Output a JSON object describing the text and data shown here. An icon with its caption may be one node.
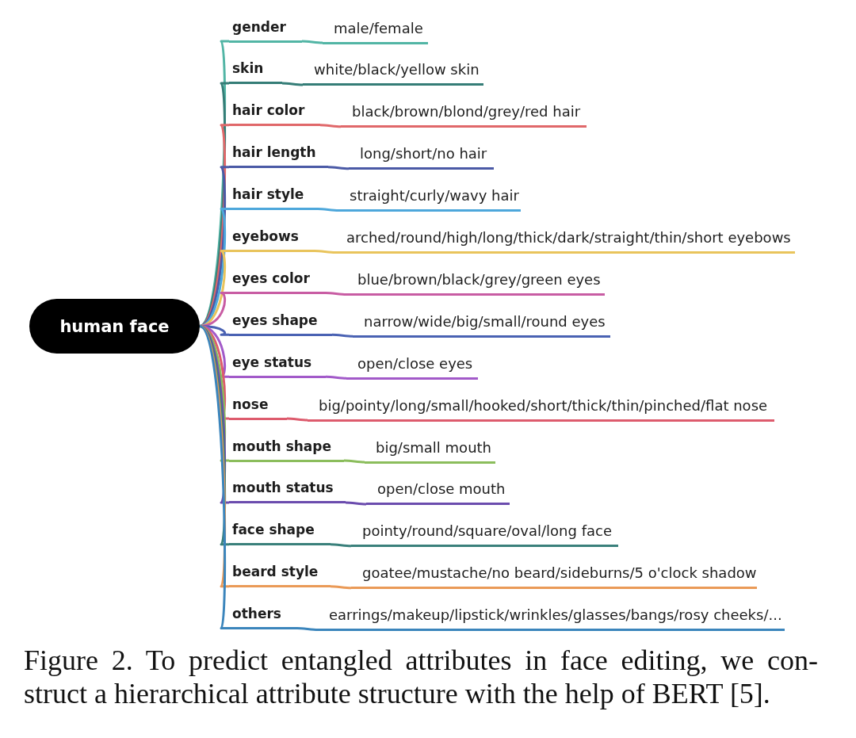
{
  "diagram": {
    "caption": "Figure 2. To predict entangled attributes in face editing, we con- struct a hierarchical attribute structure with the help of BERT [5].",
    "nodes": [
      {
        "text": [
          "human face"
        ]
      },
      {
        "text": [
          "gender"
        ]
      },
      {
        "text": [
          "male/female"
        ]
      },
      {
        "text": [
          "skin"
        ]
      },
      {
        "text": [
          "white/black/yellow skin"
        ]
      },
      {
        "text": [
          "hair color"
        ]
      },
      {
        "text": [
          "black/brown/blond/grey/red hair"
        ]
      },
      {
        "text": [
          "hair length"
        ]
      },
      {
        "text": [
          "long/short/no hair"
        ]
      },
      {
        "text": [
          "hair style"
        ]
      },
      {
        "text": [
          "straight/curly/wavy hair"
        ]
      },
      {
        "text": [
          "eyebows"
        ]
      },
      {
        "text": [
          "arched/round/high/long/thick/dark/straight/thin/short eyebows"
        ]
      },
      {
        "text": [
          "eyes color"
        ]
      },
      {
        "text": [
          "blue/brown/black/grey/green eyes"
        ]
      },
      {
        "text": [
          "eyes shape"
        ]
      },
      {
        "text": [
          "narrow/wide/big/small/round eyes"
        ]
      },
      {
        "text": [
          "eye status"
        ]
      },
      {
        "text": [
          "open/close eyes"
        ]
      },
      {
        "text": [
          "nose"
        ]
      },
      {
        "text": [
          "big/pointy/long/small/hooked/short/thick/thin/pinched/flat nose"
        ]
      },
      {
        "text": [
          "mouth shape"
        ]
      },
      {
        "text": [
          "big/small mouth"
        ]
      },
      {
        "text": [
          "mouth status"
        ]
      },
      {
        "text": [
          "open/close mouth"
        ]
      },
      {
        "text": [
          "face shape"
        ]
      },
      {
        "text": [
          "pointy/round/square/oval/long face"
        ]
      },
      {
        "text": [
          "beard style"
        ]
      },
      {
        "text": [
          "goatee/mustache/no beard/sideburns/5 o'clock shadow"
        ]
      },
      {
        "text": [
          "others"
        ]
      },
      {
        "text": [
          "earrings/makeup/lipstick/wrinkles/glasses/bangs/rosy cheeks/..."
        ]
      }
    ],
    "edges": [
      {
        "from": 0,
        "to": 1,
        "arrow": "none",
        "color": "#52b5a5"
      },
      {
        "from": 1,
        "to": 2,
        "arrow": "none",
        "color": "#52b5a5"
      },
      {
        "from": 0,
        "to": 3,
        "arrow": "none",
        "color": "#357d77"
      },
      {
        "from": 3,
        "to": 4,
        "arrow": "none",
        "color": "#357d77"
      },
      {
        "from": 0,
        "to": 5,
        "arrow": "none",
        "color": "#e0686a"
      },
      {
        "from": 5,
        "to": 6,
        "arrow": "none",
        "color": "#e0686a"
      },
      {
        "from": 0,
        "to": 7,
        "arrow": "none",
        "color": "#4b5aa6"
      },
      {
        "from": 7,
        "to": 8,
        "arrow": "none",
        "color": "#4b5aa6"
      },
      {
        "from": 0,
        "to": 9,
        "arrow": "none",
        "color": "#4da7db"
      },
      {
        "from": 9,
        "to": 10,
        "arrow": "none",
        "color": "#4da7db"
      },
      {
        "from": 0,
        "to": 11,
        "arrow": "none",
        "color": "#e9c45c"
      },
      {
        "from": 11,
        "to": 12,
        "arrow": "none",
        "color": "#e9c45c"
      },
      {
        "from": 0,
        "to": 13,
        "arrow": "none",
        "color": "#c85ca3"
      },
      {
        "from": 13,
        "to": 14,
        "arrow": "none",
        "color": "#c85ca3"
      },
      {
        "from": 0,
        "to": 15,
        "arrow": "none",
        "color": "#4a62b3"
      },
      {
        "from": 15,
        "to": 16,
        "arrow": "none",
        "color": "#4a62b3"
      },
      {
        "from": 0,
        "to": 17,
        "arrow": "none",
        "color": "#a25ac9"
      },
      {
        "from": 17,
        "to": 18,
        "arrow": "none",
        "color": "#a25ac9"
      },
      {
        "from": 0,
        "to": 19,
        "arrow": "none",
        "color": "#dd5b6d"
      },
      {
        "from": 19,
        "to": 20,
        "arrow": "none",
        "color": "#dd5b6d"
      },
      {
        "from": 0,
        "to": 21,
        "arrow": "none",
        "color": "#8bbd5c"
      },
      {
        "from": 21,
        "to": 22,
        "arrow": "none",
        "color": "#8bbd5c"
      },
      {
        "from": 0,
        "to": 23,
        "arrow": "none",
        "color": "#6b4cae"
      },
      {
        "from": 23,
        "to": 24,
        "arrow": "none",
        "color": "#6b4cae"
      },
      {
        "from": 0,
        "to": 25,
        "arrow": "none",
        "color": "#3a807b"
      },
      {
        "from": 25,
        "to": 26,
        "arrow": "none",
        "color": "#3a807b"
      },
      {
        "from": 0,
        "to": 27,
        "arrow": "none",
        "color": "#ea9a57"
      },
      {
        "from": 27,
        "to": 28,
        "arrow": "none",
        "color": "#ea9a57"
      },
      {
        "from": 0,
        "to": 29,
        "arrow": "none",
        "color": "#3b85bc"
      },
      {
        "from": 29,
        "to": 30,
        "arrow": "none",
        "color": "#3b85bc"
      }
    ]
  }
}
